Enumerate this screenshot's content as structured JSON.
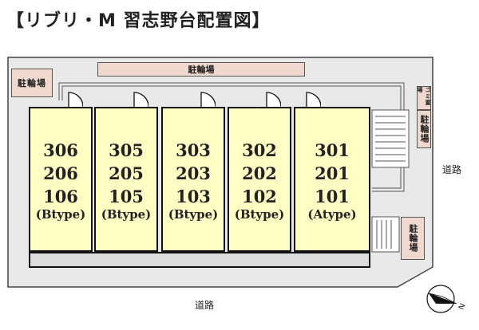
{
  "title": "【リブリ・M 習志野台配置図】",
  "parking": {
    "top_label": "駐輪場",
    "left_label": "駐輪場",
    "right_upper_label": "駐輪場",
    "right_lower_label": "駐輪場",
    "garbage_label": "ゴミ置場"
  },
  "roads": {
    "right": "道路",
    "bottom": "道路"
  },
  "units": [
    {
      "nums": [
        "306",
        "206",
        "106"
      ],
      "type": "(Btype)"
    },
    {
      "nums": [
        "305",
        "205",
        "105"
      ],
      "type": "(Btype)"
    },
    {
      "nums": [
        "303",
        "203",
        "103"
      ],
      "type": "(Btype)"
    },
    {
      "nums": [
        "302",
        "202",
        "102"
      ],
      "type": "(Btype)"
    },
    {
      "nums": [
        "301",
        "201",
        "101"
      ],
      "type": "(Atype)"
    }
  ],
  "compass": {
    "letter": "N"
  }
}
